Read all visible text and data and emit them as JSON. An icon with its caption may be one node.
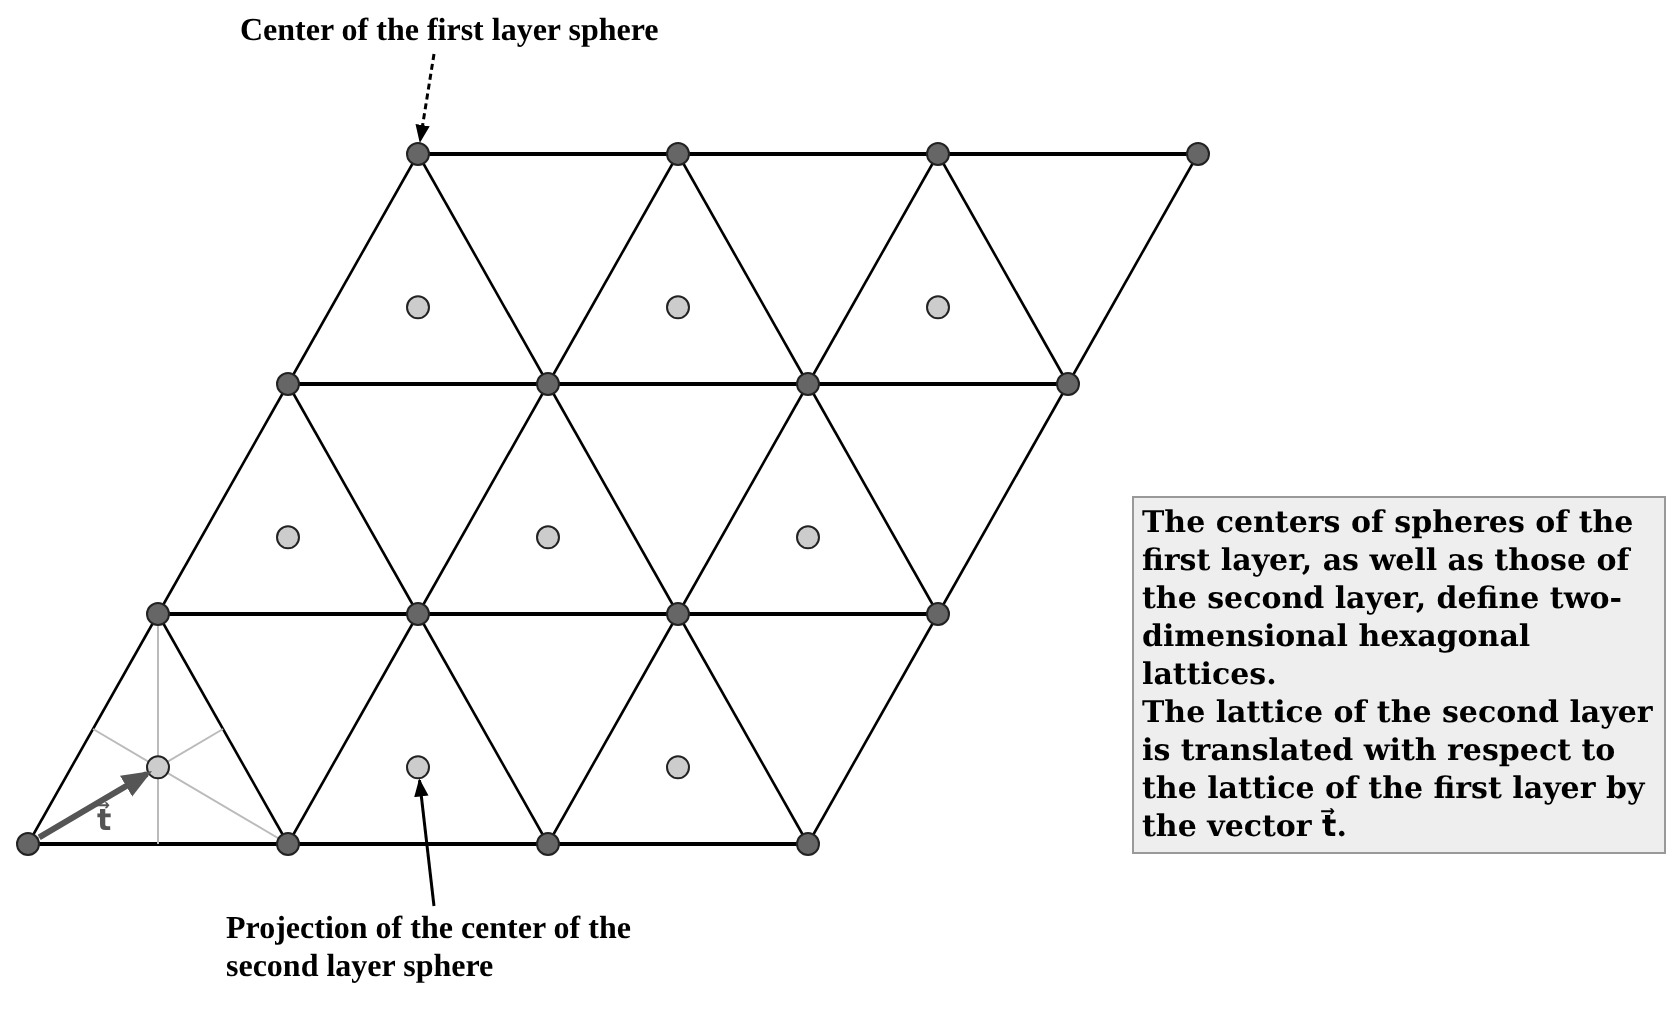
{
  "diagram": {
    "nodes": [
      {
        "text": [
          "Center of the first layer sphere"
        ]
      },
      {
        "text": [],
        "shape": "circle"
      },
      {
        "text": [],
        "shape": "circle"
      },
      {
        "text": [],
        "shape": "circle"
      },
      {
        "text": [],
        "shape": "circle"
      },
      {
        "text": [],
        "shape": "circle"
      },
      {
        "text": [],
        "shape": "circle"
      },
      {
        "text": [],
        "shape": "circle"
      },
      {
        "text": [],
        "shape": "circle"
      },
      {
        "text": [],
        "shape": "circle"
      },
      {
        "text": [],
        "shape": "circle"
      },
      {
        "text": [],
        "shape": "circle"
      },
      {
        "text": [],
        "shape": "circle"
      },
      {
        "text": [],
        "shape": "circle"
      },
      {
        "text": [],
        "shape": "circle"
      },
      {
        "text": [],
        "shape": "circle"
      },
      {
        "text": [],
        "shape": "circle"
      },
      {
        "text": [],
        "shape": "circle"
      },
      {
        "text": [],
        "shape": "circle"
      },
      {
        "text": [],
        "shape": "circle"
      },
      {
        "text": [],
        "shape": "circle"
      },
      {
        "text": [],
        "shape": "circle"
      },
      {
        "text": [],
        "shape": "circle"
      },
      {
        "text": [],
        "shape": "circle"
      },
      {
        "text": [],
        "shape": "circle"
      },
      {
        "text": [],
        "shape": "circle"
      },
      {
        "text": [
          "Projection of the center of the second layer sphere"
        ]
      },
      {
        "text": [
          "The centers of spheres of the first layer, as well as those of the second layer, define two-dimensional hexagonal lattices.",
          "The lattice of the second layer is translated with respect to the lattice of the first layer by the vector t⃗."
        ]
      }
    ],
    "edges": [
      {
        "from": 0,
        "to": 1,
        "arrow": "to",
        "style": "dashed"
      },
      {
        "from": 26,
        "to": 24,
        "arrow": "to"
      },
      {
        "from": 13,
        "to": 23,
        "arrow": "to",
        "label": "t⃗",
        "style": "thick",
        "color": "#555555"
      }
    ]
  }
}
